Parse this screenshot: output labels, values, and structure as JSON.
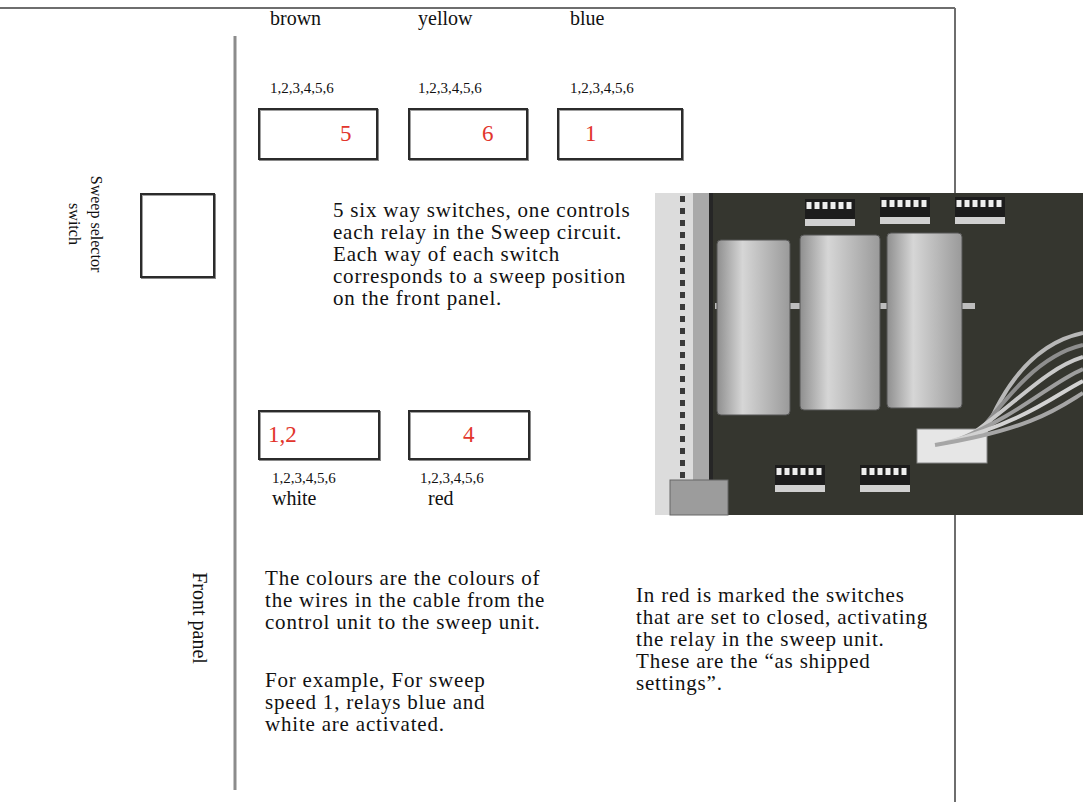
{
  "diagram": {
    "nodes": [
      {
        "text": [
          "Sweep selector switch"
        ]
      },
      {
        "text": [
          "brown",
          "1,2,3,4,5,6",
          "5"
        ]
      },
      {
        "text": [
          "yellow",
          "1,2,3,4,5,6",
          "6"
        ]
      },
      {
        "text": [
          "blue",
          "1,2,3,4,5,6",
          "1"
        ]
      },
      {
        "text": [
          "1,2",
          "1,2,3,4,5,6",
          "white"
        ]
      },
      {
        "text": [
          "4",
          "1,2,3,4,5,6",
          "red"
        ]
      }
    ],
    "labels": [
      "5 six way switches, one controls each relay in the Sweep circuit. Each way of each switch corresponds to a sweep position on the front panel.",
      "Front panel",
      "The colours are the colours of the wires in the cable from the control unit to the sweep unit.",
      "For example, For sweep speed 1, relays blue and white are activated.",
      "In red is marked the switches that are set to closed, activating the relay in the sweep unit. These are the “as shipped settings”."
    ]
  }
}
